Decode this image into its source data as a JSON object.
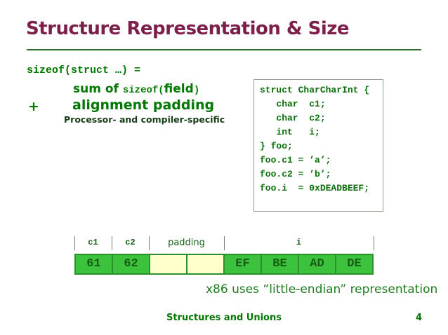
{
  "slide": {
    "title": "Structure Representation & Size",
    "footer_center": "Structures and Unions",
    "page_number": "4"
  },
  "formula": {
    "line1": "sizeof(struct …) =",
    "line2_sum_of": "sum of ",
    "line2_sizeof": "sizeof(",
    "line2_field": "field",
    "line2_close": ")",
    "plus": "+",
    "line3": "alignment padding",
    "note": "Processor- and compiler-specific"
  },
  "code": {
    "lines": [
      "struct CharCharInt {",
      "   char  c1;",
      "   char  c2;",
      "   int   i;",
      "} foo;",
      "",
      "foo.c1 = ’a’;",
      "foo.c2 = ’b’;",
      "foo.i  = 0xDEADBEEF;"
    ]
  },
  "memory": {
    "labels": [
      {
        "text": "c1"
      },
      {
        "text": "c2"
      },
      {
        "text": "padding"
      },
      {
        "text": "i"
      }
    ],
    "cells": [
      {
        "value": "61",
        "type": "data"
      },
      {
        "value": "62",
        "type": "data"
      },
      {
        "value": "",
        "type": "padding"
      },
      {
        "value": "",
        "type": "padding"
      },
      {
        "value": "EF",
        "type": "data"
      },
      {
        "value": "BE",
        "type": "data"
      },
      {
        "value": "AD",
        "type": "data"
      },
      {
        "value": "DE",
        "type": "data"
      }
    ],
    "caption": "x86 uses “little-endian” representation"
  },
  "colors": {
    "title": "#7d1f4b",
    "body_green": "#007700",
    "cell_fill": "#3cc23c",
    "padding_fill": "#ffffcc",
    "cell_border": "#2e8f2e",
    "title_rule": "#2d6e2d"
  }
}
